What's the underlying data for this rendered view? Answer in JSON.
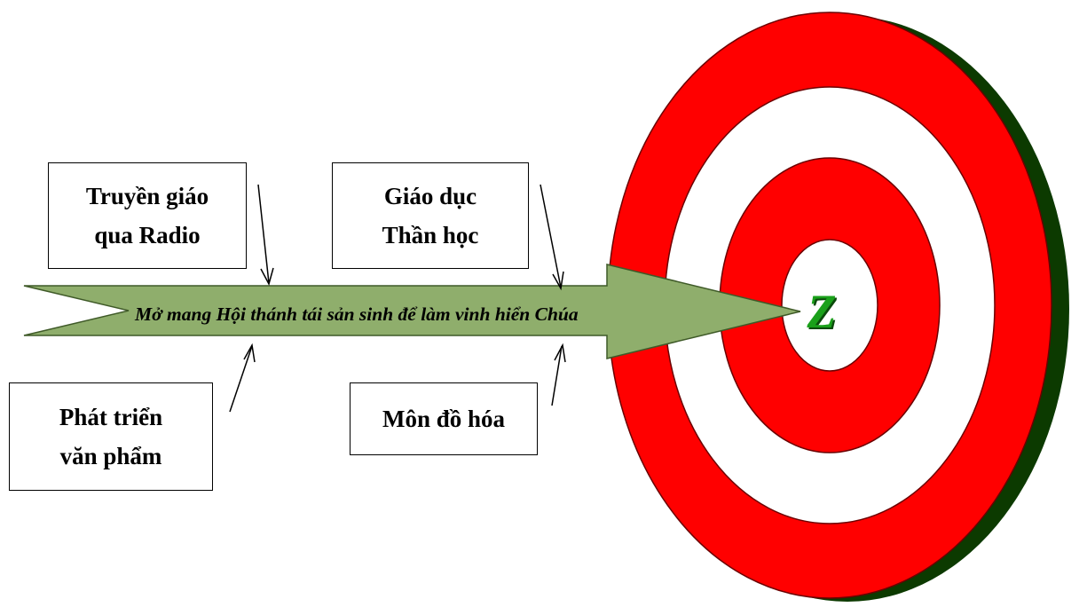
{
  "diagram": {
    "boxes": {
      "radio": [
        "Truyền giáo",
        "qua Radio"
      ],
      "theology": [
        "Giáo dục",
        "Thần học"
      ],
      "literature": [
        "Phát triển",
        "văn phẩm"
      ],
      "discipleship": [
        "Môn đồ hóa"
      ]
    },
    "arrow_text": "Mở mang Hội thánh tái sản sinh để làm vinh hiển Chúa",
    "target_letter": "Z",
    "colors": {
      "arrow_fill": "#8fae6c",
      "arrow_stroke": "#3f5a28",
      "ring_red": "#ff0000",
      "ring_white": "#ffffff",
      "target_shadow": "#0c3a00",
      "letter": "#1aa01a"
    }
  }
}
